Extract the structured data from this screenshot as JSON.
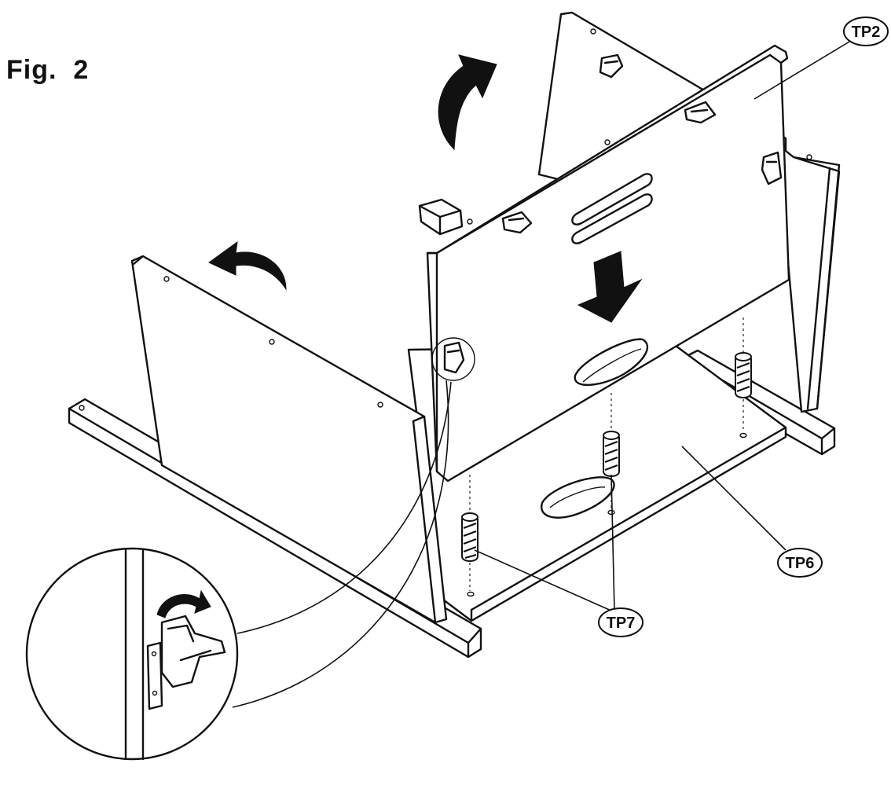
{
  "figure": {
    "title": "Fig.  2"
  },
  "callouts": [
    {
      "id": "tp2",
      "label": "TP2"
    },
    {
      "id": "tp6",
      "label": "TP6"
    },
    {
      "id": "tp7",
      "label": "TP7"
    }
  ]
}
